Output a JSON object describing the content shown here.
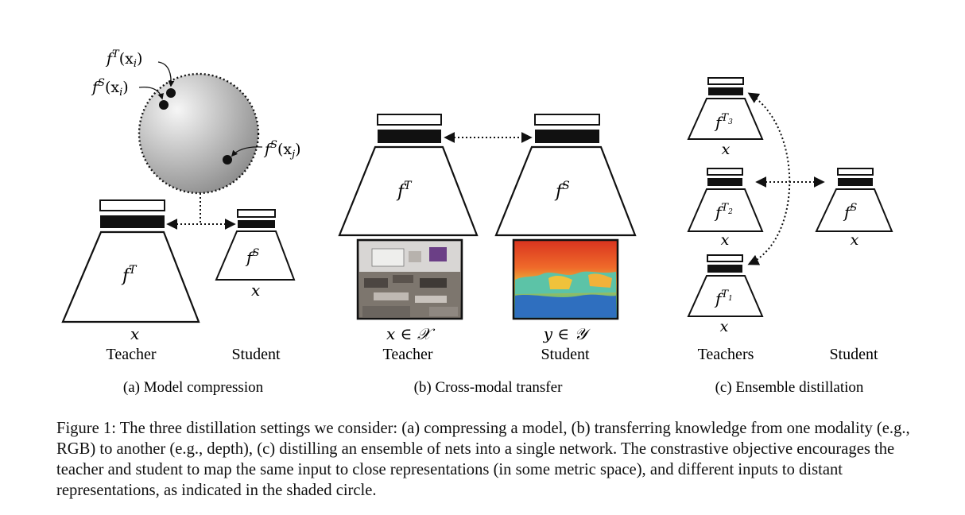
{
  "panels": {
    "a": {
      "sub_caption": "(a) Model compression",
      "teacher_label": "Teacher",
      "student_label": "Student",
      "teacher_net": {
        "base": "f",
        "sup": "T"
      },
      "student_net": {
        "base": "f",
        "sup": "S"
      },
      "input": "x",
      "embedding_points": [
        {
          "base": "f",
          "sup": "T",
          "arg": "(x",
          "argsub": "i",
          "close": ")"
        },
        {
          "base": "f",
          "sup": "S",
          "arg": "(x",
          "argsub": "i",
          "close": ")"
        },
        {
          "base": "f",
          "sup": "S",
          "arg": "(x",
          "argsub": "j",
          "close": ")"
        }
      ]
    },
    "b": {
      "sub_caption": "(b) Cross-modal transfer",
      "teacher_label": "Teacher",
      "student_label": "Student",
      "teacher_net": {
        "base": "f",
        "sup": "T"
      },
      "student_net": {
        "base": "f",
        "sup": "S"
      },
      "teacher_input": "x ∈ 𝒳",
      "student_input": "y ∈ 𝒴"
    },
    "c": {
      "sub_caption": "(c) Ensemble distillation",
      "teachers_label": "Teachers",
      "student_label": "Student",
      "teacher_nets": [
        {
          "base": "f",
          "sup": "T",
          "sub": "3"
        },
        {
          "base": "f",
          "sup": "T",
          "sub": "2"
        },
        {
          "base": "f",
          "sup": "T",
          "sub": "1"
        }
      ],
      "student_net": {
        "base": "f",
        "sup": "S"
      },
      "input": "x"
    }
  },
  "caption": {
    "label": "Figure 1:",
    "text": "The three distillation settings we consider: (a) compressing a model, (b) transferring knowledge from one modality (e.g., RGB) to another (e.g., depth), (c) distilling an ensemble of nets into a single network. The constrastive objective encourages the teacher and student to map the same input to close representations (in some metric space), and different inputs to distant representations, as indicated in the shaded circle."
  },
  "colors": {
    "ink": "#111111",
    "sphere_light": "#f4f4f4",
    "sphere_dark": "#8a8a8a"
  }
}
